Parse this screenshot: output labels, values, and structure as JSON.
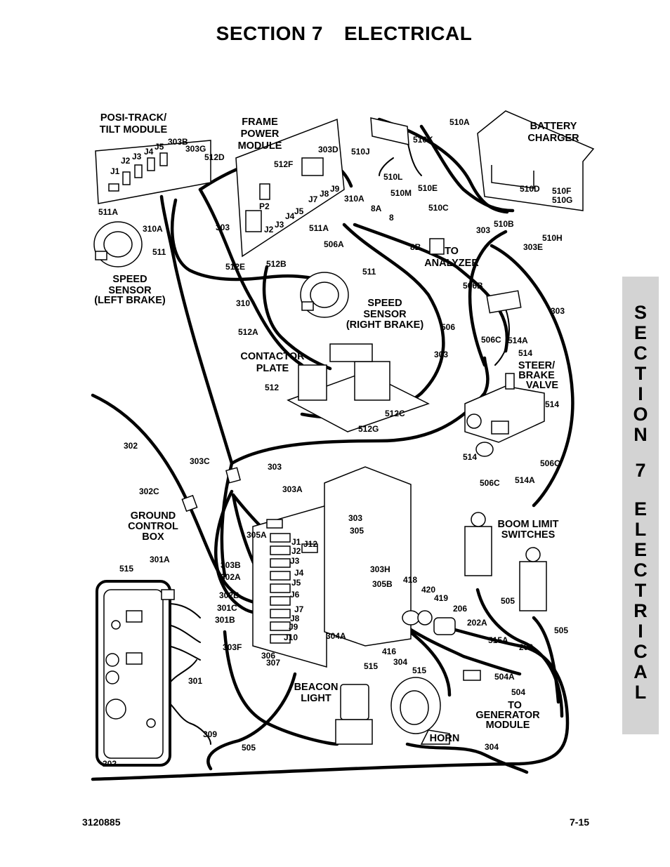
{
  "header": {
    "section": "SECTION 7",
    "title": "ELECTRICAL"
  },
  "components": {
    "posi_track": [
      "POSI-TRACK/",
      "TILT MODULE"
    ],
    "frame_power": [
      "FRAME",
      "POWER",
      "MODULE"
    ],
    "battery_charger": [
      "BATTERY",
      "CHARGER"
    ],
    "speed_sensor_left": [
      "SPEED",
      "SENSOR",
      "(LEFT BRAKE)"
    ],
    "speed_sensor_right": [
      "SPEED",
      "SENSOR",
      "(RIGHT BRAKE)"
    ],
    "to_analyzer": [
      "TO",
      "ANALYZER"
    ],
    "contactor_plate": [
      "CONTACTOR",
      "PLATE"
    ],
    "steer_brake_valve": [
      "STEER/",
      "BRAKE",
      "VALVE"
    ],
    "ground_control_box": [
      "GROUND",
      "CONTROL",
      "BOX"
    ],
    "boom_limit_switches": [
      "BOOM LIMIT",
      "SWITCHES"
    ],
    "beacon_light": [
      "BEACON",
      "LIGHT"
    ],
    "horn": [
      "HORN"
    ],
    "to_generator": [
      "TO",
      "GENERATOR",
      "MODULE"
    ]
  },
  "callouts": [
    "J1",
    "J2",
    "J3",
    "J4",
    "J5",
    "303B",
    "303G",
    "512D",
    "511A",
    "310A",
    "511",
    "303",
    "512F",
    "303D",
    "P2",
    "J2",
    "J3",
    "J4",
    "J5",
    "J7",
    "J8",
    "J9",
    "310A",
    "8A",
    "8",
    "511A",
    "506A",
    "512E",
    "512B",
    "510J",
    "510A",
    "510K",
    "510L",
    "510M",
    "510E",
    "510D",
    "510C",
    "510F",
    "510G",
    "510B",
    "510H",
    "303E",
    "303",
    "8B",
    "511",
    "310",
    "512A",
    "506B",
    "506",
    "303",
    "506C",
    "514A",
    "514",
    "514",
    "514",
    "506C",
    "506C",
    "514A",
    "512",
    "303",
    "512C",
    "512G",
    "302",
    "303C",
    "303",
    "302C",
    "303A",
    "303",
    "305",
    "305A",
    "J1",
    "J12",
    "J2",
    "J3",
    "J4",
    "J5",
    "J6",
    "J7",
    "J8",
    "J9",
    "J10",
    "303B",
    "302A",
    "302B",
    "301C",
    "301B",
    "303F",
    "306",
    "307",
    "303H",
    "305B",
    "418",
    "420",
    "419",
    "206",
    "202A",
    "515A",
    "202",
    "505",
    "505",
    "301A",
    "515",
    "304A",
    "416",
    "304",
    "515",
    "515",
    "504A",
    "504",
    "301",
    "309",
    "202",
    "505",
    "304"
  ],
  "side_tab": [
    "S",
    "E",
    "C",
    "T",
    "I",
    "O",
    "N",
    "",
    "7",
    "",
    "E",
    "L",
    "E",
    "C",
    "T",
    "R",
    "I",
    "C",
    "A",
    "L"
  ],
  "footer": {
    "doc_number": "3120885",
    "page": "7-15"
  }
}
